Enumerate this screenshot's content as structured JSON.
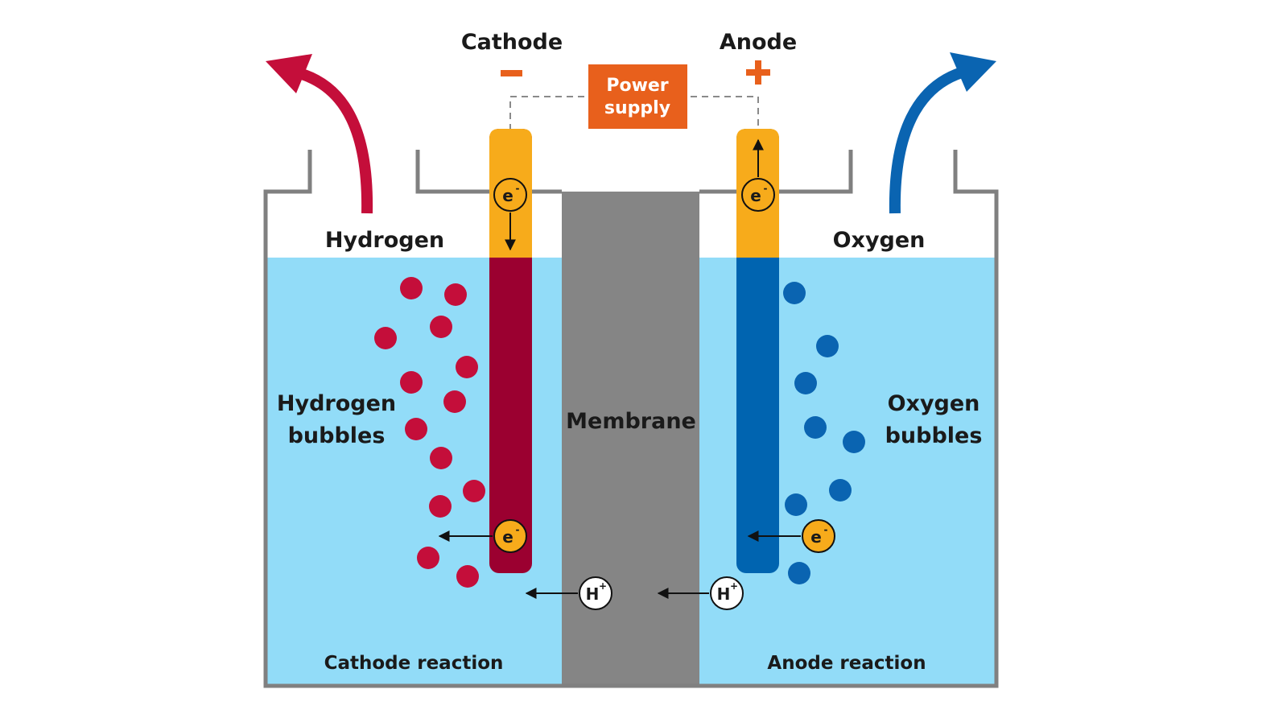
{
  "labels": {
    "cathode": "Cathode",
    "anode": "Anode",
    "cathode_sign": "−",
    "anode_sign": "+",
    "power_supply_line1": "Power",
    "power_supply_line2": "supply",
    "hydrogen": "Hydrogen",
    "oxygen": "Oxygen",
    "hydrogen_bubbles_line1": "Hydrogen",
    "hydrogen_bubbles_line2": "bubbles",
    "oxygen_bubbles_line1": "Oxygen",
    "oxygen_bubbles_line2": "bubbles",
    "membrane": "Membrane",
    "cathode_reaction": "Cathode reaction",
    "anode_reaction": "Anode reaction"
  },
  "particles": {
    "electron": "e",
    "electron_charge": "-",
    "proton": "H",
    "proton_charge": "+"
  },
  "colors": {
    "water": "#92dcf8",
    "tank": "#808080",
    "membrane": "#858585",
    "electrode_top": "#f7ab1b",
    "cathode_rod": "#9b0030",
    "anode_rod": "#0064b0",
    "hydrogen": "#c40e3a",
    "oxygen": "#0a64b1",
    "power_supply": "#e8601c",
    "sign": "#e8601c"
  }
}
